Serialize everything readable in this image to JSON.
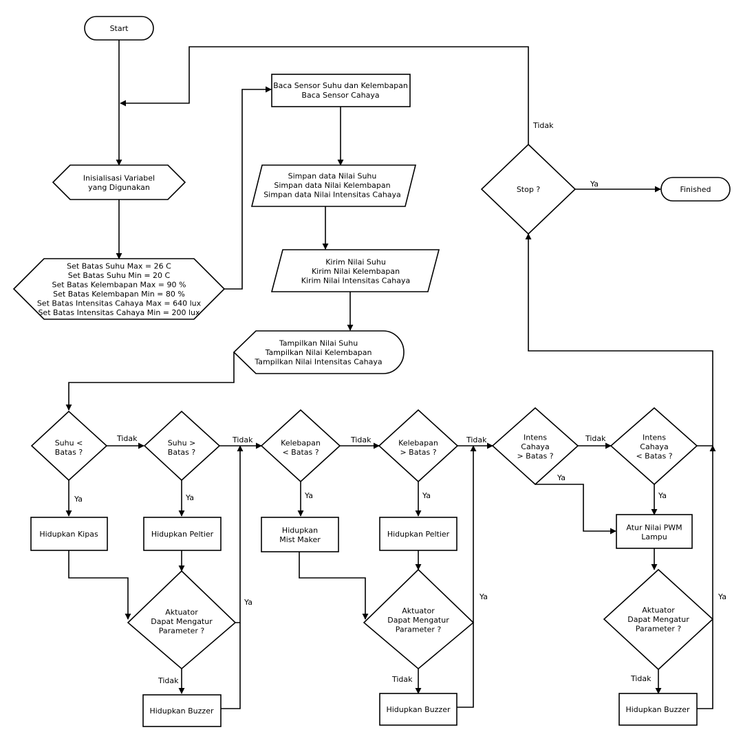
{
  "nodes": {
    "start": [
      "Start"
    ],
    "init": [
      "Inisialisasi Variabel",
      "yang Digunakan"
    ],
    "setbatas": [
      "Set Batas Suhu Max = 26 C",
      "Set Batas Suhu Min = 20 C",
      "Set Batas Kelembapan Max = 90 %",
      "Set Batas Kelembapan Min = 80 %",
      "Set Batas Intensitas Cahaya Max = 640 lux",
      "Set Batas Intensitas Cahaya Min = 200 lux"
    ],
    "baca": [
      "Baca Sensor Suhu dan Kelembapan",
      "Baca Sensor Cahaya"
    ],
    "simpan": [
      "Simpan data Nilai Suhu",
      "Simpan data Nilai Kelembapan",
      "Simpan data Nilai Intensitas Cahaya"
    ],
    "kirim": [
      "Kirim Nilai Suhu",
      "Kirim Nilai Kelembapan",
      "Kirim Nilai Intensitas Cahaya"
    ],
    "tampil": [
      "Tampilkan Nilai Suhu",
      "Tampilkan Nilai Kelembapan",
      "Tampilkan Nilai Intensitas Cahaya"
    ],
    "stop": [
      "Stop ?"
    ],
    "finished": [
      "Finished"
    ],
    "d_suhu_min": [
      "Suhu <",
      "Batas ?"
    ],
    "d_suhu_max": [
      "Suhu >",
      "Batas ?"
    ],
    "d_kel_min": [
      "Kelebapan",
      "< Batas ?"
    ],
    "d_kel_max": [
      "Kelebapan",
      "> Batas ?"
    ],
    "d_cah_max": [
      "Intens",
      "Cahaya",
      "> Batas ?"
    ],
    "d_cah_min": [
      "Intens",
      "Cahaya",
      "< Batas ?"
    ],
    "kipas": [
      "Hidupkan Kipas"
    ],
    "peltier1": [
      "Hidupkan Peltier"
    ],
    "mist": [
      "Hidupkan",
      "Mist Maker"
    ],
    "peltier2": [
      "Hidupkan Peltier"
    ],
    "pwm": [
      "Atur Nilai PWM",
      "Lampu"
    ],
    "akt1": [
      "Aktuator",
      "Dapat Mengatur",
      "Parameter ?"
    ],
    "akt2": [
      "Aktuator",
      "Dapat Mengatur",
      "Parameter ?"
    ],
    "akt3": [
      "Aktuator",
      "Dapat Mengatur",
      "Parameter ?"
    ],
    "buzzer1": [
      "Hidupkan Buzzer"
    ],
    "buzzer2": [
      "Hidupkan Buzzer"
    ],
    "buzzer3": [
      "Hidupkan Buzzer"
    ]
  },
  "edge_labels": {
    "stop_no": "Tidak",
    "stop_yes": "Ya",
    "suhu_min_no": "Tidak",
    "suhu_min_yes": "Ya",
    "suhu_max_no": "Tidak",
    "suhu_max_yes": "Ya",
    "kel_min_no": "Tidak",
    "kel_min_yes": "Ya",
    "kel_max_no": "Tidak",
    "kel_max_yes": "Ya",
    "cah_max_no": "Tidak",
    "cah_max_yes": "Ya",
    "cah_min_yes": "Ya",
    "akt1_no": "Tidak",
    "akt1_yes": "Ya",
    "akt2_no": "Tidak",
    "akt2_yes": "Ya",
    "akt3_no": "Tidak",
    "akt3_yes": "Ya"
  }
}
